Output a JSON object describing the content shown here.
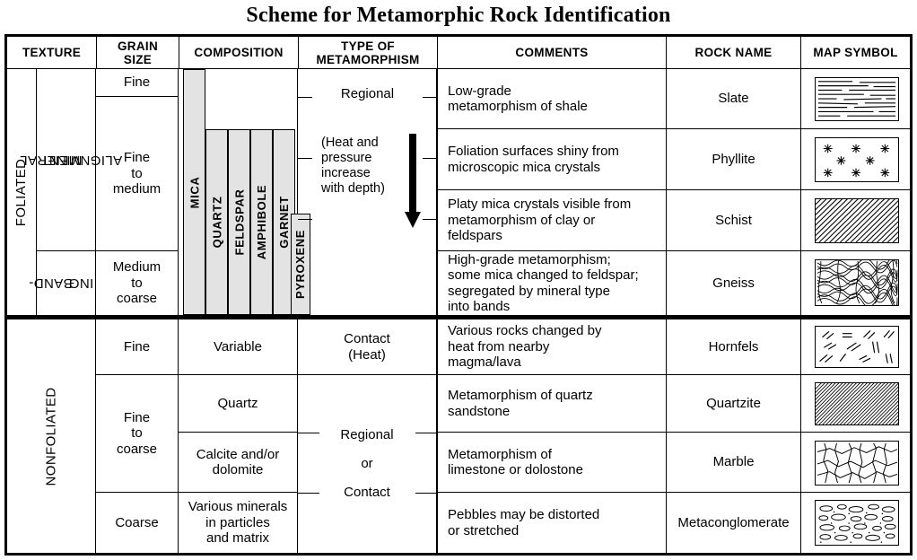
{
  "title": "Scheme for Metamorphic Rock Identification",
  "headers": [
    {
      "label": "TEXTURE",
      "name": "texture"
    },
    {
      "label": "GRAIN SIZE",
      "line1": "GRAIN",
      "line2": "SIZE",
      "name": "grain-size"
    },
    {
      "label": "COMPOSITION",
      "name": "composition"
    },
    {
      "label": "TYPE OF METAMORPHISM",
      "line1": "TYPE OF",
      "line2": "METAMORPHISM",
      "name": "type-of-metamorphism"
    },
    {
      "label": "COMMENTS",
      "name": "comments"
    },
    {
      "label": "ROCK NAME",
      "name": "rock-name"
    },
    {
      "label": "MAP SYMBOL",
      "name": "map-symbol"
    }
  ],
  "sections": {
    "foliated": {
      "texture": "FOLIATED",
      "subtextures": [
        {
          "label": "MINERAL ALIGNMENT",
          "line1": "MINERAL",
          "line2": "ALIGNMENT"
        },
        {
          "label": "BAND-ING",
          "line1": "BAND-",
          "line2": "ING"
        }
      ],
      "metamorphism": "Regional",
      "metamorphism_note": "(Heat and pressure increase with depth)",
      "metamorphism_note_lines": [
        "(Heat and",
        "pressure",
        "increase",
        "with depth)"
      ],
      "minerals": [
        "MICA",
        "QUARTZ",
        "FELDSPAR",
        "AMPHIBOLE",
        "GARNET",
        "PYROXENE"
      ],
      "rows": [
        {
          "grain_size": "Fine",
          "grain_size_lines": [
            "Fine"
          ],
          "comments": "Low-grade metamorphism of shale",
          "comment_lines": [
            "Low-grade",
            "metamorphism of shale"
          ],
          "rock_name": "Slate",
          "map_symbol": "horizontal-lines-symbol"
        },
        {
          "grain_size": "Fine to medium",
          "grain_size_lines": [
            "Fine",
            "to",
            "medium"
          ],
          "comments": "Foliation surfaces shiny from microscopic mica crystals",
          "comment_lines": [
            "Foliation surfaces shiny from",
            "microscopic mica crystals"
          ],
          "rock_name": "Phyllite",
          "map_symbol": "asterisks-symbol"
        },
        {
          "grain_size": "",
          "grain_size_lines": [],
          "comments": "Platy mica crystals visible from metamorphism of clay or feldspars",
          "comment_lines": [
            "Platy mica crystals visible from",
            "metamorphism of clay or",
            "feldspars"
          ],
          "rock_name": "Schist",
          "map_symbol": "diagonal-hatching-symbol"
        },
        {
          "grain_size": "Medium to coarse",
          "grain_size_lines": [
            "Medium",
            "to",
            "coarse"
          ],
          "comments": "High-grade metamorphism; some mica changed to feldspar; segregated by mineral type into bands",
          "comment_lines": [
            "High-grade metamorphism;",
            "some mica changed to feldspar;",
            "segregated by mineral type",
            "into bands"
          ],
          "rock_name": "Gneiss",
          "map_symbol": "wavy-bands-symbol"
        }
      ]
    },
    "nonfoliated": {
      "texture": "NONFOLIATED",
      "metamorphism_contact": "Contact (Heat)",
      "metamorphism_contact_lines": [
        "Contact",
        "(Heat)"
      ],
      "metamorphism_regional_or_contact_lines": [
        "Regional",
        "or",
        "Contact"
      ],
      "rows": [
        {
          "grain_size": "Fine",
          "grain_size_lines": [
            "Fine"
          ],
          "composition": "Variable",
          "composition_lines": [
            "Variable"
          ],
          "comments": "Various rocks changed by heat from nearby magma/lava",
          "comment_lines": [
            "Various rocks changed by",
            "heat from nearby",
            "magma/lava"
          ],
          "rock_name": "Hornfels",
          "map_symbol": "scattered-dashes-symbol"
        },
        {
          "grain_size": "Fine to coarse",
          "grain_size_lines": [
            "Fine",
            "to",
            "coarse"
          ],
          "composition": "Quartz",
          "composition_lines": [
            "Quartz"
          ],
          "comments": "Metamorphism of quartz sandstone",
          "comment_lines": [
            "Metamorphism of quartz",
            "sandstone"
          ],
          "rock_name": "Quartzite",
          "map_symbol": "dense-diagonal-symbol"
        },
        {
          "grain_size": "",
          "grain_size_lines": [],
          "composition": "Calcite and/or dolomite",
          "composition_lines": [
            "Calcite and/or",
            "dolomite"
          ],
          "comments": "Metamorphism of limestone or dolostone",
          "comment_lines": [
            "Metamorphism of",
            "limestone or dolostone"
          ],
          "rock_name": "Marble",
          "map_symbol": "mosaic-polygons-symbol"
        },
        {
          "grain_size": "Coarse",
          "grain_size_lines": [
            "Coarse"
          ],
          "composition": "Various minerals in particles and matrix",
          "composition_lines": [
            "Various minerals",
            "in particles",
            "and matrix"
          ],
          "comments": "Pebbles may be distorted or stretched",
          "comment_lines": [
            "Pebbles may be distorted",
            "or stretched"
          ],
          "rock_name": "Metaconglomerate",
          "map_symbol": "pebbles-symbol"
        }
      ]
    }
  },
  "colors": {
    "ink": "#000000",
    "paper": "#ffffff",
    "mineral_bar_fill": "#e3e3e3",
    "rule": "#000000"
  }
}
